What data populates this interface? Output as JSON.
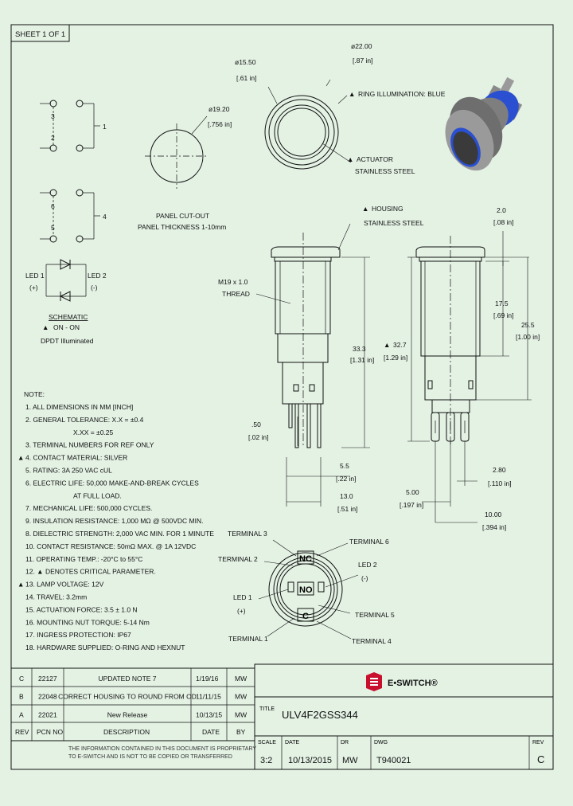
{
  "sheet": {
    "label": "SHEET 1 OF 1"
  },
  "schematic": {
    "terminals": [
      "3",
      "2",
      "1",
      "6",
      "5",
      "4"
    ],
    "led1": "LED 1",
    "led1_polarity": "(+)",
    "led2": "LED 2",
    "led2_polarity": "(-)",
    "title": "SCHEMATIC",
    "mode": "ON - ON",
    "type": "DPDT Illuminated"
  },
  "panel_cutout": {
    "dia": "ø19.20",
    "dia_in": "[.756 in]",
    "label1": "PANEL CUT-OUT",
    "label2": "PANEL THICKNESS 1-10mm"
  },
  "front_view": {
    "dia_inner": "ø15.50",
    "dia_inner_in": "[.61 in]",
    "dia_outer": "ø22.00",
    "dia_outer_in": "[.87 in]",
    "ring_note": "RING ILLUMINATION: BLUE",
    "actuator_1": "ACTUATOR",
    "actuator_2": "STAINLESS STEEL"
  },
  "side_view": {
    "housing_1": "HOUSING",
    "housing_2": "STAINLESS STEEL",
    "thread_1": "M19 x 1.0",
    "thread_2": "THREAD",
    "dim_333": "33.3",
    "dim_333_in": "[1.31 in]",
    "dim_327": "32.7",
    "dim_327_in": "[1.29 in]",
    "dim_50": ".50",
    "dim_50_in": "[.02 in]",
    "dim_55": "5.5",
    "dim_55_in": "[.22 in]",
    "dim_130": "13.0",
    "dim_130_in": "[.51 in]"
  },
  "right_view": {
    "dim_20": "2.0",
    "dim_20_in": "[.08 in]",
    "dim_175": "17.5",
    "dim_175_in": "[.69 in]",
    "dim_255": "25.5",
    "dim_255_in": "[1.00 in]",
    "dim_280": "2.80",
    "dim_280_in": "[.110 in]",
    "dim_500": "5.00",
    "dim_500_in": "[.197 in]",
    "dim_1000": "10.00",
    "dim_1000_in": "[.394 in]"
  },
  "bottom_view": {
    "t3": "TERMINAL 3",
    "t2": "TERMINAL 2",
    "t1": "TERMINAL 1",
    "t6": "TERMINAL 6",
    "t5": "TERMINAL 5",
    "t4": "TERMINAL 4",
    "led1": "LED 1",
    "led1_pol": "(+)",
    "led2": "LED 2",
    "led2_pol": "(-)",
    "nc": "NC",
    "no": "NO",
    "c": "C"
  },
  "notes": {
    "heading": "NOTE:",
    "items": [
      "1. ALL DIMENSIONS IN MM [INCH]",
      "2. GENERAL TOLERANCE: X.X = ±0.4",
      "X.XX = ±0.25",
      "3. TERMINAL NUMBERS FOR REF ONLY",
      "4. CONTACT MATERIAL: SILVER",
      "5. RATING: 3A 250 VAC cUL",
      "6. ELECTRIC LIFE: 50,000 MAKE-AND-BREAK CYCLES",
      "AT FULL LOAD.",
      "7. MECHANICAL LIFE: 500,000 CYCLES.",
      "9. INSULATION RESISTANCE: 1,000 MΩ @ 500VDC MIN.",
      "8. DIELECTRIC STRENGTH: 2,000 VAC MIN. FOR 1 MINUTE",
      "10. CONTACT RESISTANCE: 50mΩ MAX. @ 1A 12VDC",
      "11. OPERATING TEMP.: -20°C to 55°C",
      "12. ▲ DENOTES CRITICAL PARAMETER.",
      "13. LAMP VOLTAGE: 12V",
      "14. TRAVEL: 3.2mm",
      "15. ACTUATION FORCE: 3.5 ± 1.0 N",
      "16. MOUNTING NUT TORQUE: 5-14 Nm",
      "17. INGRESS PROTECTION: IP67",
      "18. HARDWARE SUPPLIED: O-RING AND HEXNUT"
    ]
  },
  "revisions": {
    "rows": [
      {
        "rev": "C",
        "pcn": "22127",
        "desc": "UPDATED NOTE 7",
        "date": "1/19/16",
        "by": "MW"
      },
      {
        "rev": "B",
        "pcn": "22048",
        "desc": "CORRECT HOUSING TO ROUND FROM OD",
        "date": "11/11/15",
        "by": "MW"
      },
      {
        "rev": "A",
        "pcn": "22021",
        "desc": "New Release",
        "date": "10/13/15",
        "by": "MW"
      }
    ],
    "headers": {
      "rev": "REV",
      "pcn": "PCN NO",
      "desc": "DESCRIPTION",
      "date": "DATE",
      "by": "BY"
    }
  },
  "proprietary": {
    "line1": "THE INFORMATION CONTAINED IN THIS DOCUMENT IS PROPRIETARY",
    "line2": "TO E-SWITCH AND IS NOT TO BE COPIED OR TRANSFERRED"
  },
  "title_block": {
    "logo": "E•SWITCH®",
    "title_label": "TITLE",
    "title": "ULV4F2GSS344",
    "scale_label": "SCALE",
    "scale": "3:2",
    "date_label": "DATE",
    "date": "10/13/2015",
    "dr_label": "DR",
    "dr": "MW",
    "dwg_label": "DWG",
    "dwg": "T940021",
    "rev_label": "REV",
    "rev": "C"
  },
  "colors": {
    "background": "#e4f2e4",
    "logo_red": "#c8102e",
    "ring_blue": "#2a4fd0"
  }
}
